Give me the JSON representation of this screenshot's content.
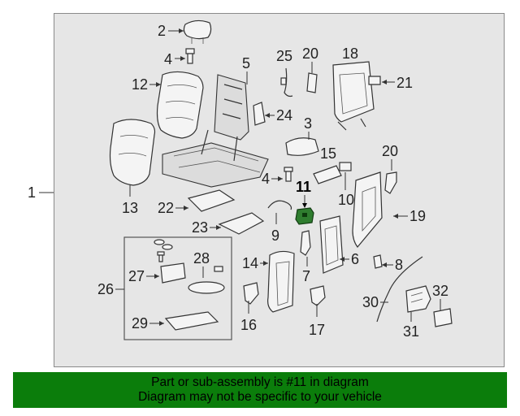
{
  "diagram": {
    "highlighted_part": "11",
    "highlight_color": "#2f7d2f",
    "callouts": {
      "c1": "1",
      "c2": "2",
      "c3": "3",
      "c4a": "4",
      "c4b": "4",
      "c5": "5",
      "c6": "6",
      "c7": "7",
      "c8": "8",
      "c9": "9",
      "c10": "10",
      "c11": "11",
      "c12": "12",
      "c13": "13",
      "c14": "14",
      "c15": "15",
      "c16": "16",
      "c17": "17",
      "c18": "18",
      "c19": "19",
      "c20a": "20",
      "c20b": "20",
      "c21": "21",
      "c22": "22",
      "c23": "23",
      "c24": "24",
      "c25": "25",
      "c26": "26",
      "c27": "27",
      "c28": "28",
      "c29": "29",
      "c30": "30",
      "c31": "31",
      "c32": "32"
    }
  },
  "banner": {
    "line1": "Part or sub-assembly is #11 in diagram",
    "line2": "Diagram may not be specific to your vehicle",
    "background": "#0b7d0b"
  }
}
